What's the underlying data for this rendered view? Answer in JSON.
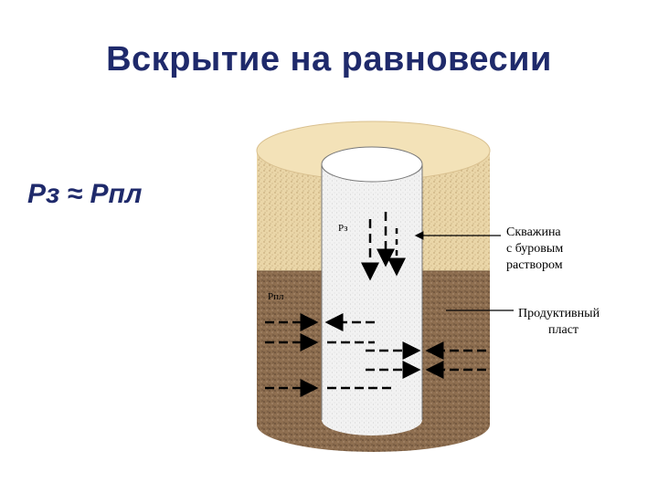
{
  "title": "Вскрытие на равновесии",
  "formula": "Рз ≈ Рпл",
  "diagram": {
    "well_pressure_label": "Рз",
    "formation_pressure_label": "Рпл",
    "callout_well": [
      "Скважина",
      "с буровым",
      "раствором"
    ],
    "callout_formation": [
      "Продуктивный",
      "пласт"
    ],
    "colors": {
      "title": "#1f2a6b",
      "rock_upper": "#e8d3a4",
      "rock_lower": "#8a6a4c",
      "well_fill": "#f1f1f1",
      "arrows": "#000000"
    }
  }
}
